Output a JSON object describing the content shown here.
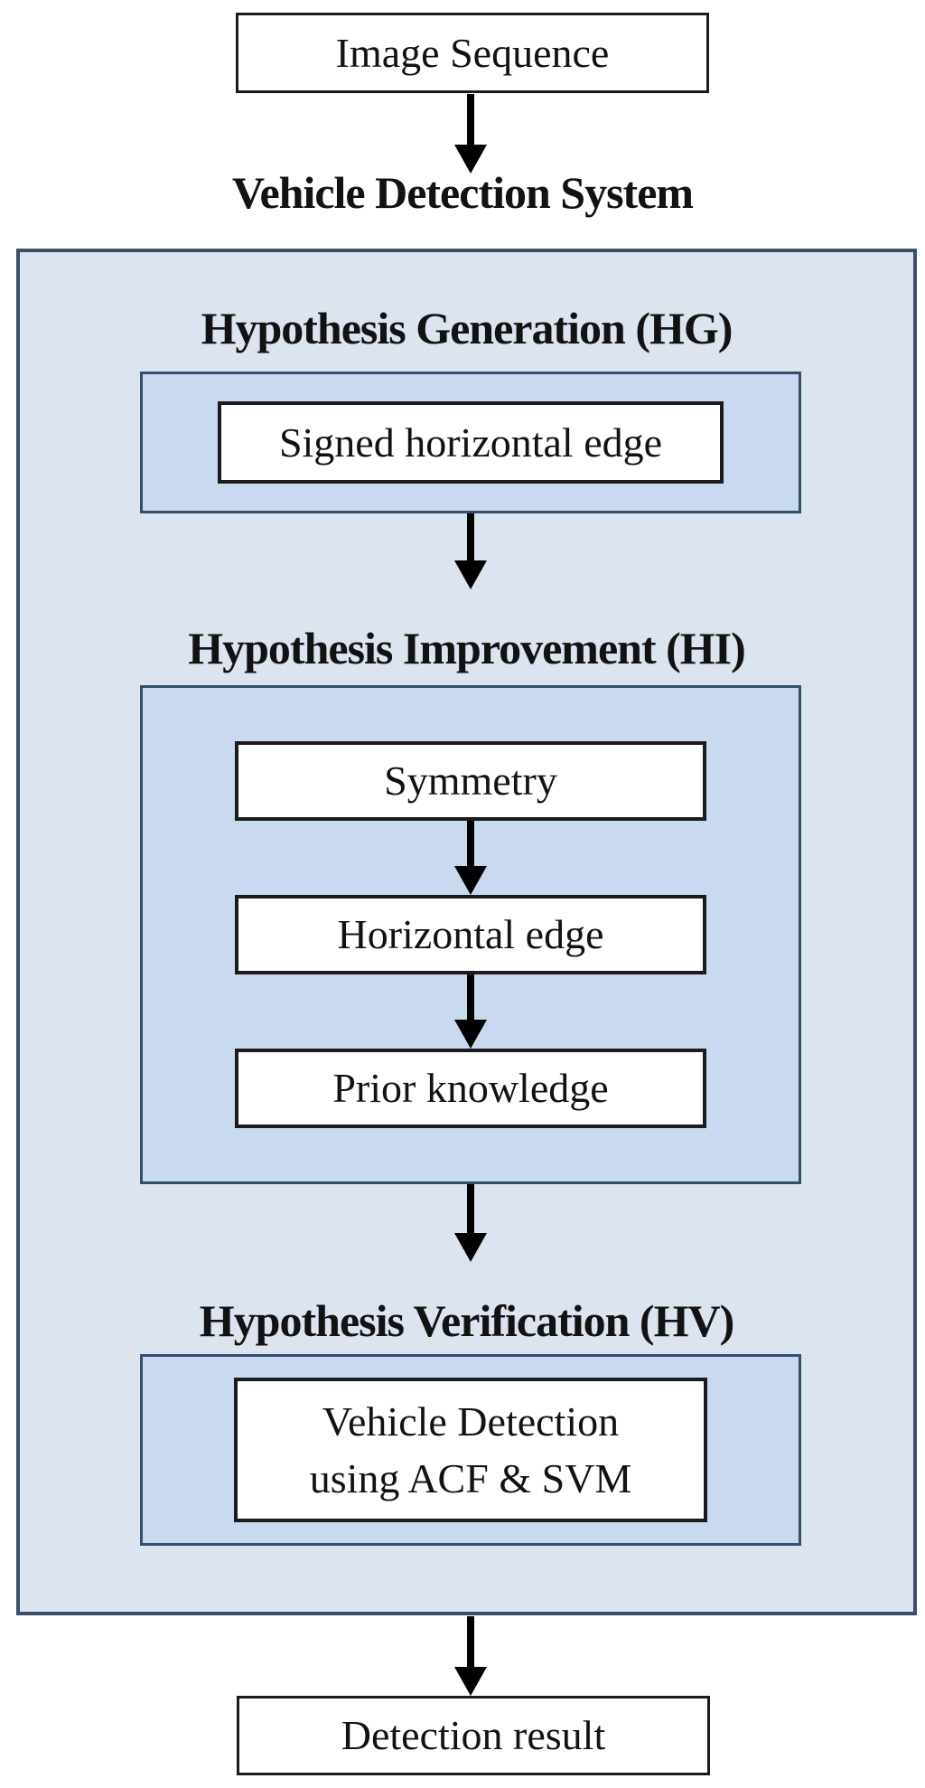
{
  "colors": {
    "outer_fill": "#dce4f0",
    "outer_border": "#3a5068",
    "stage_fill": "#c8d9f0",
    "stage_border": "#31506e",
    "node_fill": "#ffffff",
    "node_border": "#1b1b1b",
    "arrow": "#000000",
    "text": "#121212"
  },
  "flow": {
    "input": "Image Sequence",
    "system_title": "Vehicle Detection System",
    "hg": {
      "title": "Hypothesis Generation (HG)",
      "node": "Signed horizontal edge"
    },
    "hi": {
      "title": "Hypothesis Improvement (HI)",
      "node1": "Symmetry",
      "node2": "Horizontal edge",
      "node3": "Prior knowledge"
    },
    "hv": {
      "title": "Hypothesis Verification (HV)",
      "node": "Vehicle Detection\nusing ACF & SVM"
    },
    "output": "Detection result"
  }
}
